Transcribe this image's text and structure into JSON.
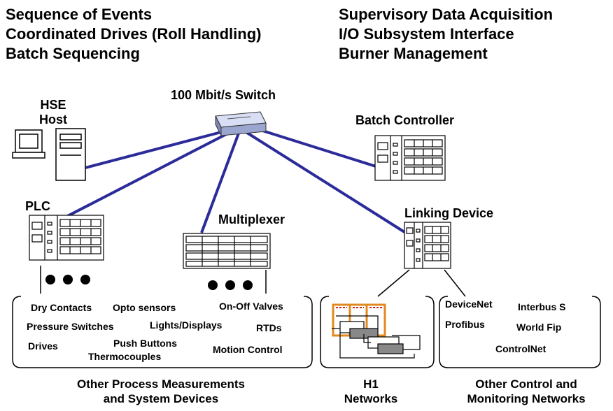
{
  "headers": {
    "left": [
      "Sequence of Events",
      "Coordinated Drives (Roll Handling)",
      "Batch Sequencing"
    ],
    "right": [
      "Supervisory Data Acquisition",
      "I/O Subsystem Interface",
      "Burner Management"
    ]
  },
  "nodes": {
    "hse_host": "HSE\nHost",
    "switch": "100 Mbit/s Switch",
    "batch_controller": "Batch Controller",
    "plc": "PLC",
    "multiplexer": "Multiplexer",
    "linking_device": "Linking Device"
  },
  "devices": {
    "dry_contacts": "Dry Contacts",
    "opto_sensors": "Opto sensors",
    "on_off_valves": "On-Off Valves",
    "pressure_switches": "Pressure Switches",
    "lights_displays": "Lights/Displays",
    "rtds": "RTDs",
    "drives": "Drives",
    "push_buttons": "Push Buttons",
    "thermocouples": "Thermocouples",
    "motion_control": "Motion Control"
  },
  "networks": {
    "devicenet": "DeviceNet",
    "interbus_s": "Interbus S",
    "profibus": "Profibus",
    "world_fip": "World Fip",
    "controlnet": "ControlNet"
  },
  "captions": {
    "other_process": "Other Process Measurements\nand System Devices",
    "h1": "H1\nNetworks",
    "other_control": "Other Control and\nMonitoring Networks"
  },
  "colors": {
    "link": "#2b2b9a",
    "h1_orange": "#e08a1e",
    "h1_red": "#d02020",
    "switch_fill": "#b8c4e8"
  }
}
